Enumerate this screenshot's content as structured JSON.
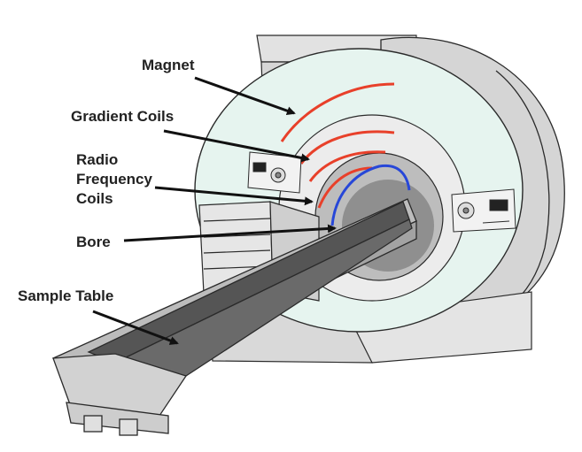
{
  "labels": {
    "magnet": "Magnet",
    "gradient_coils": "Gradient Coils",
    "rf_line1": "Radio",
    "rf_line2": "Frequency",
    "rf_line3": "Coils",
    "bore": "Bore",
    "sample_table": "Sample Table"
  },
  "colors": {
    "magnet_arc": "#e8402a",
    "gradient_arc": "#e8402a",
    "rf_arc": "#e8402a",
    "bore_ring": "#2747d8",
    "housing_face": "#e6f4ef",
    "housing_side": "#d8d8d8",
    "table_surface": "#555555",
    "outline": "#2a2a2a"
  }
}
